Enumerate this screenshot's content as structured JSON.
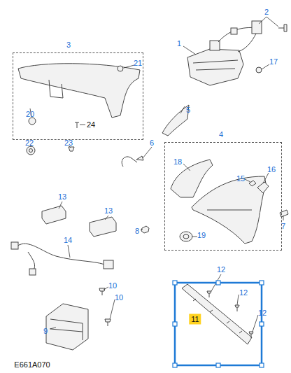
{
  "diagram": {
    "nodes": [
      {
        "text": [
          "3"
        ]
      },
      {
        "text": [
          "4"
        ]
      }
    ],
    "labels": [
      "2",
      "1",
      "17",
      "21",
      "20",
      "24",
      "22",
      "23",
      "5",
      "6",
      "18",
      "16",
      "15",
      "8",
      "7",
      "19",
      "13",
      "13",
      "14",
      "10",
      "10",
      "9",
      "12",
      "12",
      "12",
      "11",
      "E661A070"
    ]
  }
}
